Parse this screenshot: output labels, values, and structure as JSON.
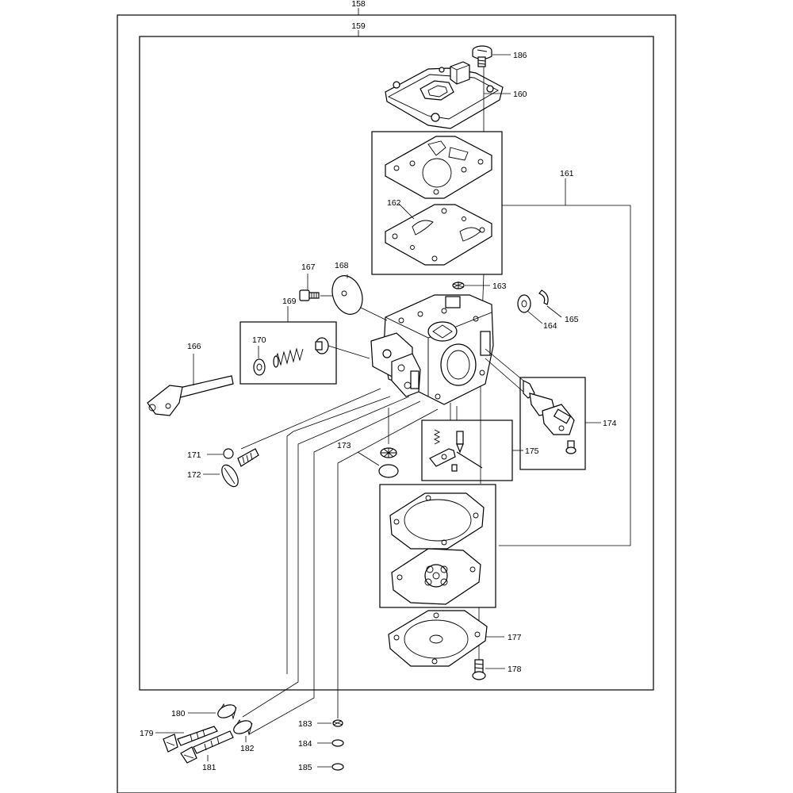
{
  "diagram": {
    "assembly_labels": {
      "outer": "158",
      "inner": "159"
    },
    "callouts": {
      "p160": "160",
      "p161": "161",
      "p162": "162",
      "p163": "163",
      "p164": "164",
      "p165": "165",
      "p166": "166",
      "p167": "167",
      "p168": "168",
      "p169": "169",
      "p170": "170",
      "p171": "171",
      "p172": "172",
      "p173": "173",
      "p174": "174",
      "p175": "175",
      "p177": "177",
      "p178": "178",
      "p179": "179",
      "p180": "180",
      "p181": "181",
      "p182": "182",
      "p183": "183",
      "p184": "184",
      "p185": "185",
      "p186": "186"
    }
  }
}
